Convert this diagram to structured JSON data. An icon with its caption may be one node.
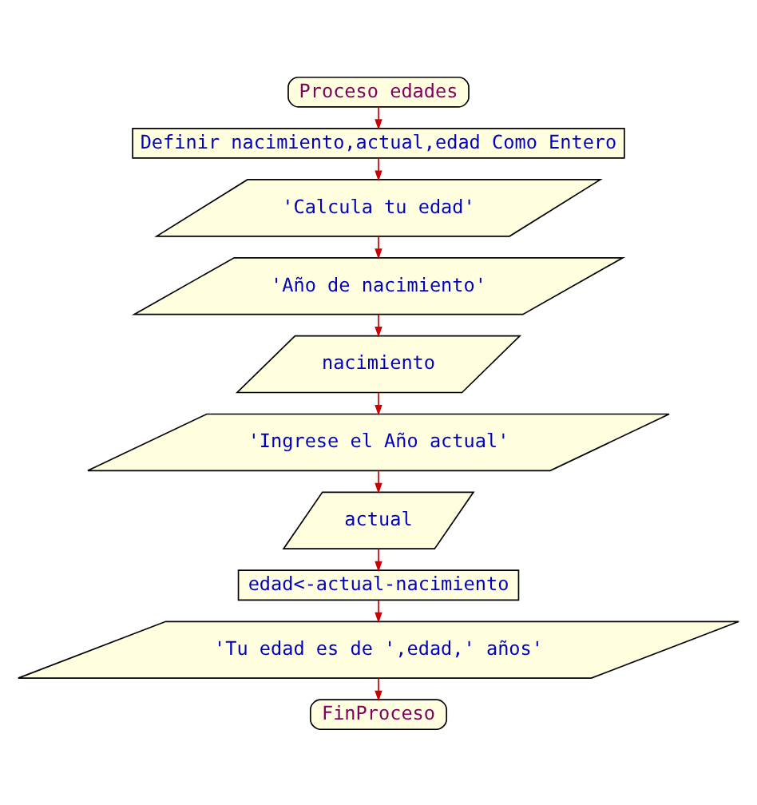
{
  "diagram": {
    "nodes": [
      {
        "text": [
          "Proceso edades"
        ]
      },
      {
        "text": [
          "Definir nacimiento,actual,edad Como Entero"
        ]
      },
      {
        "text": [
          "'Calcula tu edad'"
        ]
      },
      {
        "text": [
          "'Año de nacimiento'"
        ]
      },
      {
        "text": [
          "nacimiento"
        ]
      },
      {
        "text": [
          "'Ingrese el Año actual'"
        ]
      },
      {
        "text": [
          "actual"
        ]
      },
      {
        "text": [
          "edad<-actual-nacimiento"
        ]
      },
      {
        "text": [
          "'Tu edad es de ',edad,' años'"
        ]
      },
      {
        "text": [
          "FinProceso"
        ]
      }
    ],
    "edges": [
      {
        "from": 0,
        "to": 1,
        "arrow": "to"
      },
      {
        "from": 1,
        "to": 2,
        "arrow": "to"
      },
      {
        "from": 2,
        "to": 3,
        "arrow": "to"
      },
      {
        "from": 3,
        "to": 4,
        "arrow": "to"
      },
      {
        "from": 4,
        "to": 5,
        "arrow": "to"
      },
      {
        "from": 5,
        "to": 6,
        "arrow": "to"
      },
      {
        "from": 6,
        "to": 7,
        "arrow": "to"
      },
      {
        "from": 7,
        "to": 8,
        "arrow": "to"
      },
      {
        "from": 8,
        "to": 9,
        "arrow": "to"
      }
    ]
  }
}
